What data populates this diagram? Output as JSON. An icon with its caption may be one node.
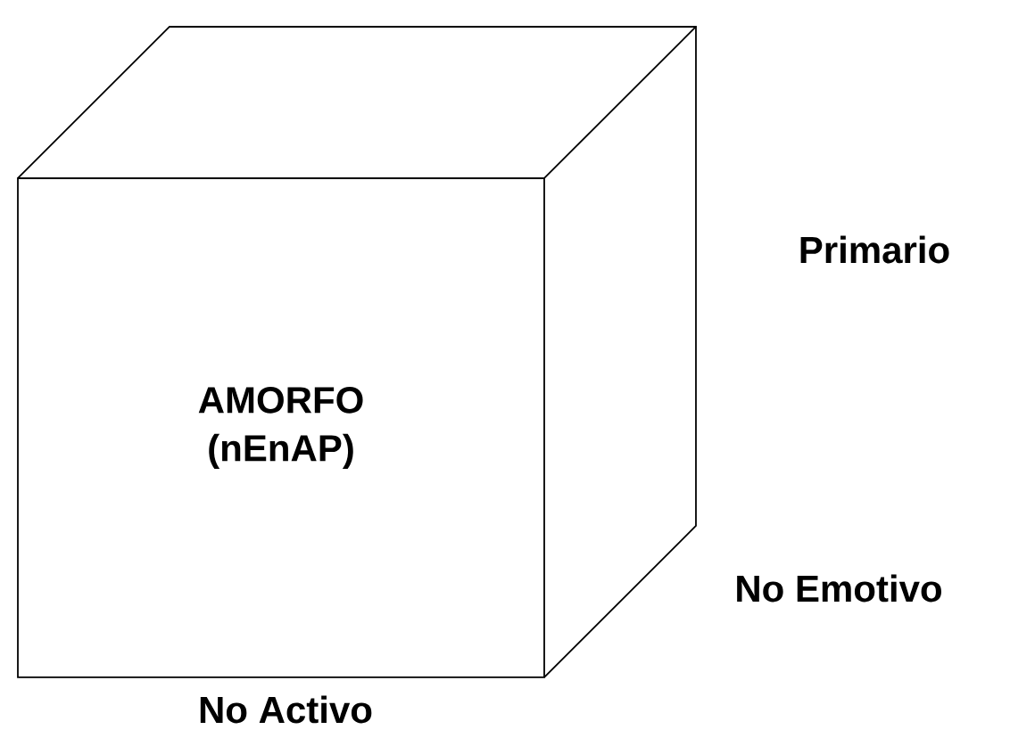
{
  "diagram": {
    "nodes": [
      {
        "text": [
          "AMORFO (nEnAP)"
        ]
      }
    ],
    "labels": [
      "Primario",
      "No Emotivo",
      "No Activo"
    ]
  }
}
